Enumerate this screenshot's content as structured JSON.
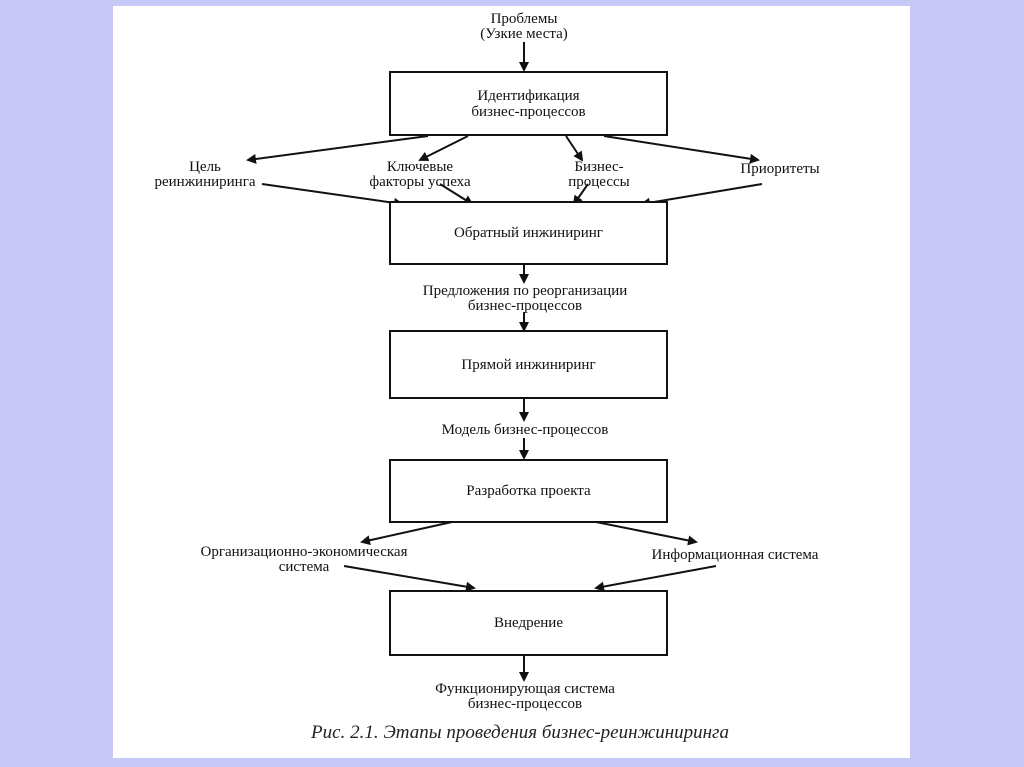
{
  "diagram": {
    "top_label": "Проблемы\n(Узкие места)",
    "box1": "Идентификация\nбизнес-процессов",
    "inputs1": {
      "goal": "Цель\nреинжиниринга",
      "factors": "Ключевые\nфакторы успеха",
      "processes": "Бизнес-\nпроцессы",
      "priorities": "Приоритеты"
    },
    "box2": "Обратный инжиниринг",
    "mid_label1": "Предложения по реорганизации\nбизнес-процессов",
    "box3": "Прямой инжиниринг",
    "mid_label2": "Модель бизнес-процессов",
    "box4": "Разработка  проекта",
    "outputs4": {
      "org_econ": "Организационно-экономическая\nсистема",
      "info": "Информационная  система"
    },
    "box5": "Внедрение",
    "bottom_label": "Функционирующая система\nбизнес-процессов",
    "caption": "Рис. 2.1. Этапы проведения бизнес-реинжиниринга"
  }
}
